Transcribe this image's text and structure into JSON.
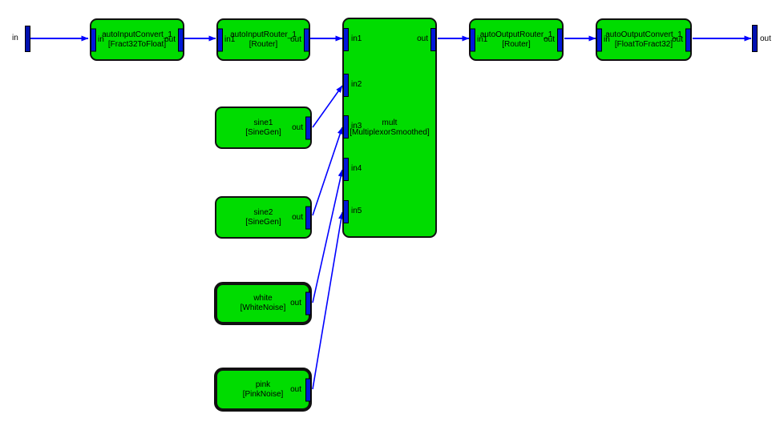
{
  "diagram": {
    "terminals": {
      "input_label": "in",
      "output_label": "out"
    },
    "blocks": {
      "autoInputConvert": {
        "name": "autoInputConvert_1",
        "type": "[Fract32ToFloat]",
        "in": "in",
        "out": "out"
      },
      "autoInputRouter": {
        "name": "autoInputRouter_1",
        "type": "[Router]",
        "in": "in1",
        "out": "out"
      },
      "mult": {
        "name": "mult",
        "type": "[MultiplexorSmoothed]",
        "in1": "in1",
        "in2": "in2",
        "in3": "in3",
        "in4": "in4",
        "in5": "in5",
        "out": "out"
      },
      "autoOutputRouter": {
        "name": "autoOutputRouter_1",
        "type": "[Router]",
        "in": "in1",
        "out": "out"
      },
      "autoOutputConvert": {
        "name": "autoOutputConvert_1",
        "type": "[FloatToFract32]",
        "in": "in",
        "out": "out"
      },
      "sine1": {
        "name": "sine1",
        "type": "[SineGen]",
        "out": "out"
      },
      "sine2": {
        "name": "sine2",
        "type": "[SineGen]",
        "out": "out"
      },
      "white": {
        "name": "white",
        "type": "[WhiteNoise]",
        "out": "out"
      },
      "pink": {
        "name": "pink",
        "type": "[PinkNoise]",
        "out": "out"
      }
    },
    "colors": {
      "block_fill": "#00dc00",
      "block_border": "#111111",
      "port_fill": "#0018d8",
      "terminal_fill": "#0010b0",
      "wire": "#0000ff",
      "background": "#ffffff"
    }
  }
}
